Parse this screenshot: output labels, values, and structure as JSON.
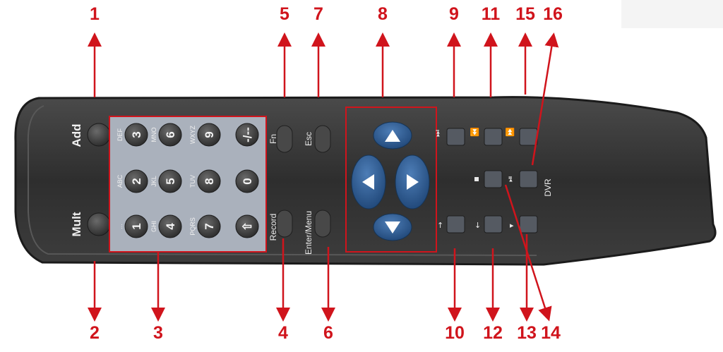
{
  "callouts": {
    "top": [
      "1",
      "5",
      "7",
      "8",
      "9",
      "11",
      "15",
      "16"
    ],
    "bottom": [
      "2",
      "3",
      "4",
      "6",
      "10",
      "12",
      "13",
      "14"
    ]
  },
  "remote": {
    "side_buttons": {
      "add": "Add",
      "mult": "Mult"
    },
    "keypad": {
      "row_top": [
        {
          "num": "3",
          "letters": "DEF"
        },
        {
          "num": "6",
          "letters": "MNO"
        },
        {
          "num": "9",
          "letters": "WXYZ"
        },
        {
          "num": "-/--",
          "letters": ""
        }
      ],
      "row_mid": [
        {
          "num": "2",
          "letters": "ABC"
        },
        {
          "num": "5",
          "letters": "JKL"
        },
        {
          "num": "8",
          "letters": "TUV"
        },
        {
          "num": "0",
          "letters": ""
        }
      ],
      "row_bot": [
        {
          "num": "1",
          "letters": "..."
        },
        {
          "num": "4",
          "letters": "GHI"
        },
        {
          "num": "7",
          "letters": "PQRS"
        },
        {
          "num": "⇧",
          "letters": ""
        }
      ]
    },
    "function_buttons": {
      "fn": "Fn",
      "esc": "Esc",
      "record": "Record",
      "enter_menu": "Enter/Menu"
    },
    "dvr_label": "DVR",
    "colors": {
      "body": "#3a3a3a",
      "keypad_bg": "#aab1bc",
      "nav_blue": "#2f5d93",
      "callout_red": "#d0141c"
    },
    "icons": [
      "skip-forward-icon",
      "fast-rewind-icon",
      "fast-forward-icon",
      "stop-icon",
      "play-pause-icon",
      "up-arrow-icon",
      "down-arrow-icon",
      "slow-icon"
    ]
  }
}
